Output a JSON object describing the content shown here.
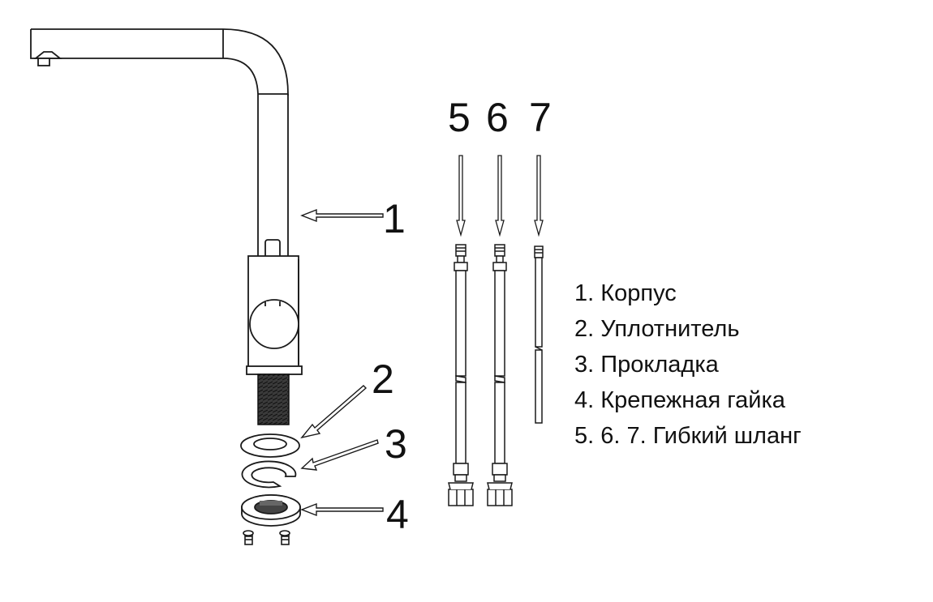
{
  "callouts": {
    "n1": "1",
    "n2": "2",
    "n3": "3",
    "n4": "4",
    "n5": "5",
    "n6": "6",
    "n7": "7"
  },
  "legend": {
    "items": [
      "1. Корпус",
      "2. Уплотнитель",
      "3. Прокладка",
      "4. Крепежная гайка",
      "5. 6. 7. Гибкий шланг"
    ]
  },
  "colors": {
    "line": "#1a1a1a",
    "thread": "#333333",
    "background": "#ffffff"
  }
}
